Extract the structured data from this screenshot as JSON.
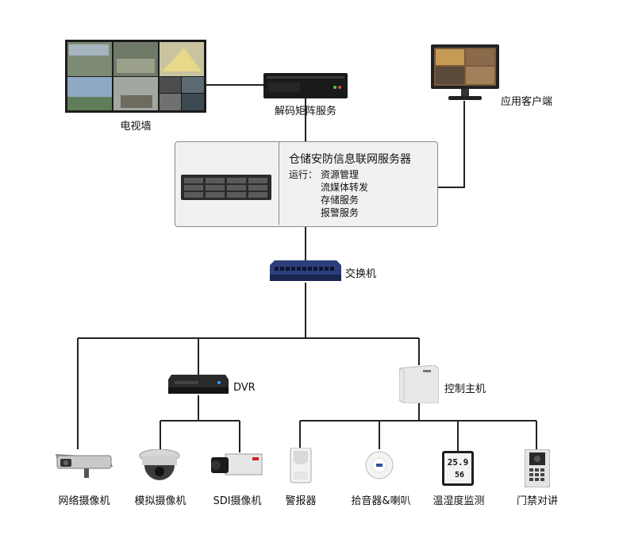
{
  "nodes": {
    "tv_wall": "电视墙",
    "decoder": "解码矩阵服务",
    "client": "应用客户端",
    "server": {
      "title": "仓储安防信息联网服务器",
      "run_prefix": "运行：",
      "services": [
        "资源管理",
        "流媒体转发",
        "存储服务",
        "报警服务"
      ]
    },
    "switch": "交换机",
    "dvr": "DVR",
    "control_host": "控制主机",
    "network_camera": "网络摄像机",
    "analog_camera": "模拟摄像机",
    "sdi_camera": "SDI摄像机",
    "alarm": "警报器",
    "pickup_speaker": "拾音器&喇叭",
    "temp_humidity": "温湿度监测",
    "access_intercom": "门禁对讲"
  },
  "thermo_display": {
    "temp": "25.9",
    "humidity": "56"
  },
  "icons": {
    "tv_wall": "video-wall-icon",
    "decoder": "rack-server-icon",
    "client": "monitor-icon",
    "server": "storage-server-icon",
    "switch": "network-switch-icon",
    "dvr": "dvr-icon",
    "control_host": "alarm-panel-icon",
    "network_camera": "box-camera-icon",
    "analog_camera": "dome-camera-icon",
    "sdi_camera": "sdi-camera-icon",
    "alarm": "pir-sensor-icon",
    "pickup_speaker": "speaker-icon",
    "temp_humidity": "thermometer-display-icon",
    "access_intercom": "intercom-icon"
  }
}
